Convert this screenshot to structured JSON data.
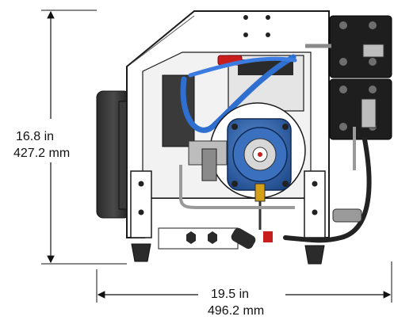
{
  "dimensions": {
    "height": {
      "imperial": "16.8 in",
      "metric": "427.2 mm"
    },
    "width": {
      "imperial": "19.5 in",
      "metric": "496.2 mm"
    }
  },
  "colors": {
    "frame": "#ffffff",
    "outline": "#1a1a1a",
    "dark_part": "#2b2b2b",
    "pump_blue": "#2d5fa8",
    "hose_blue": "#2f6fd0",
    "accent_red": "#c81e1e",
    "steel": "#9a9a9a"
  }
}
